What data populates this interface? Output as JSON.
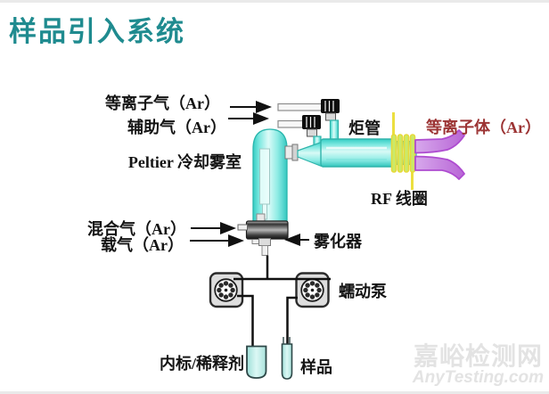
{
  "title": "样品引入系统",
  "diagram": {
    "labels": {
      "plasma_gas": "等离子气（Ar）",
      "auxiliary_gas": "辅助气（Ar）",
      "spray_chamber": "Peltier 冷却雾室",
      "torch": "炬管",
      "plasma": "等离子体（Ar）",
      "rf_coil": "RF 线圈",
      "mixed_gas": "混合气（Ar）",
      "carrier_gas": "载气（Ar）",
      "nebulizer": "雾化器",
      "peristaltic_pump": "蠕动泵",
      "internal_standard_diluent": "内标/稀释剂",
      "sample": "样品"
    },
    "colors": {
      "title_teal": "#1f8b8f",
      "label_text": "#141414",
      "plasma_label_red": "#9c3434",
      "glass_cyan": "#3bd2c8",
      "coil_yellow": "#ecdf3f",
      "plasma_purple": "#c27fdd",
      "metal_dark": "#2c2c2c",
      "watermark_gray": "#e3e3e3"
    }
  },
  "watermark": {
    "name": "嘉峪检测网",
    "domain": "AnyTesting.com"
  }
}
